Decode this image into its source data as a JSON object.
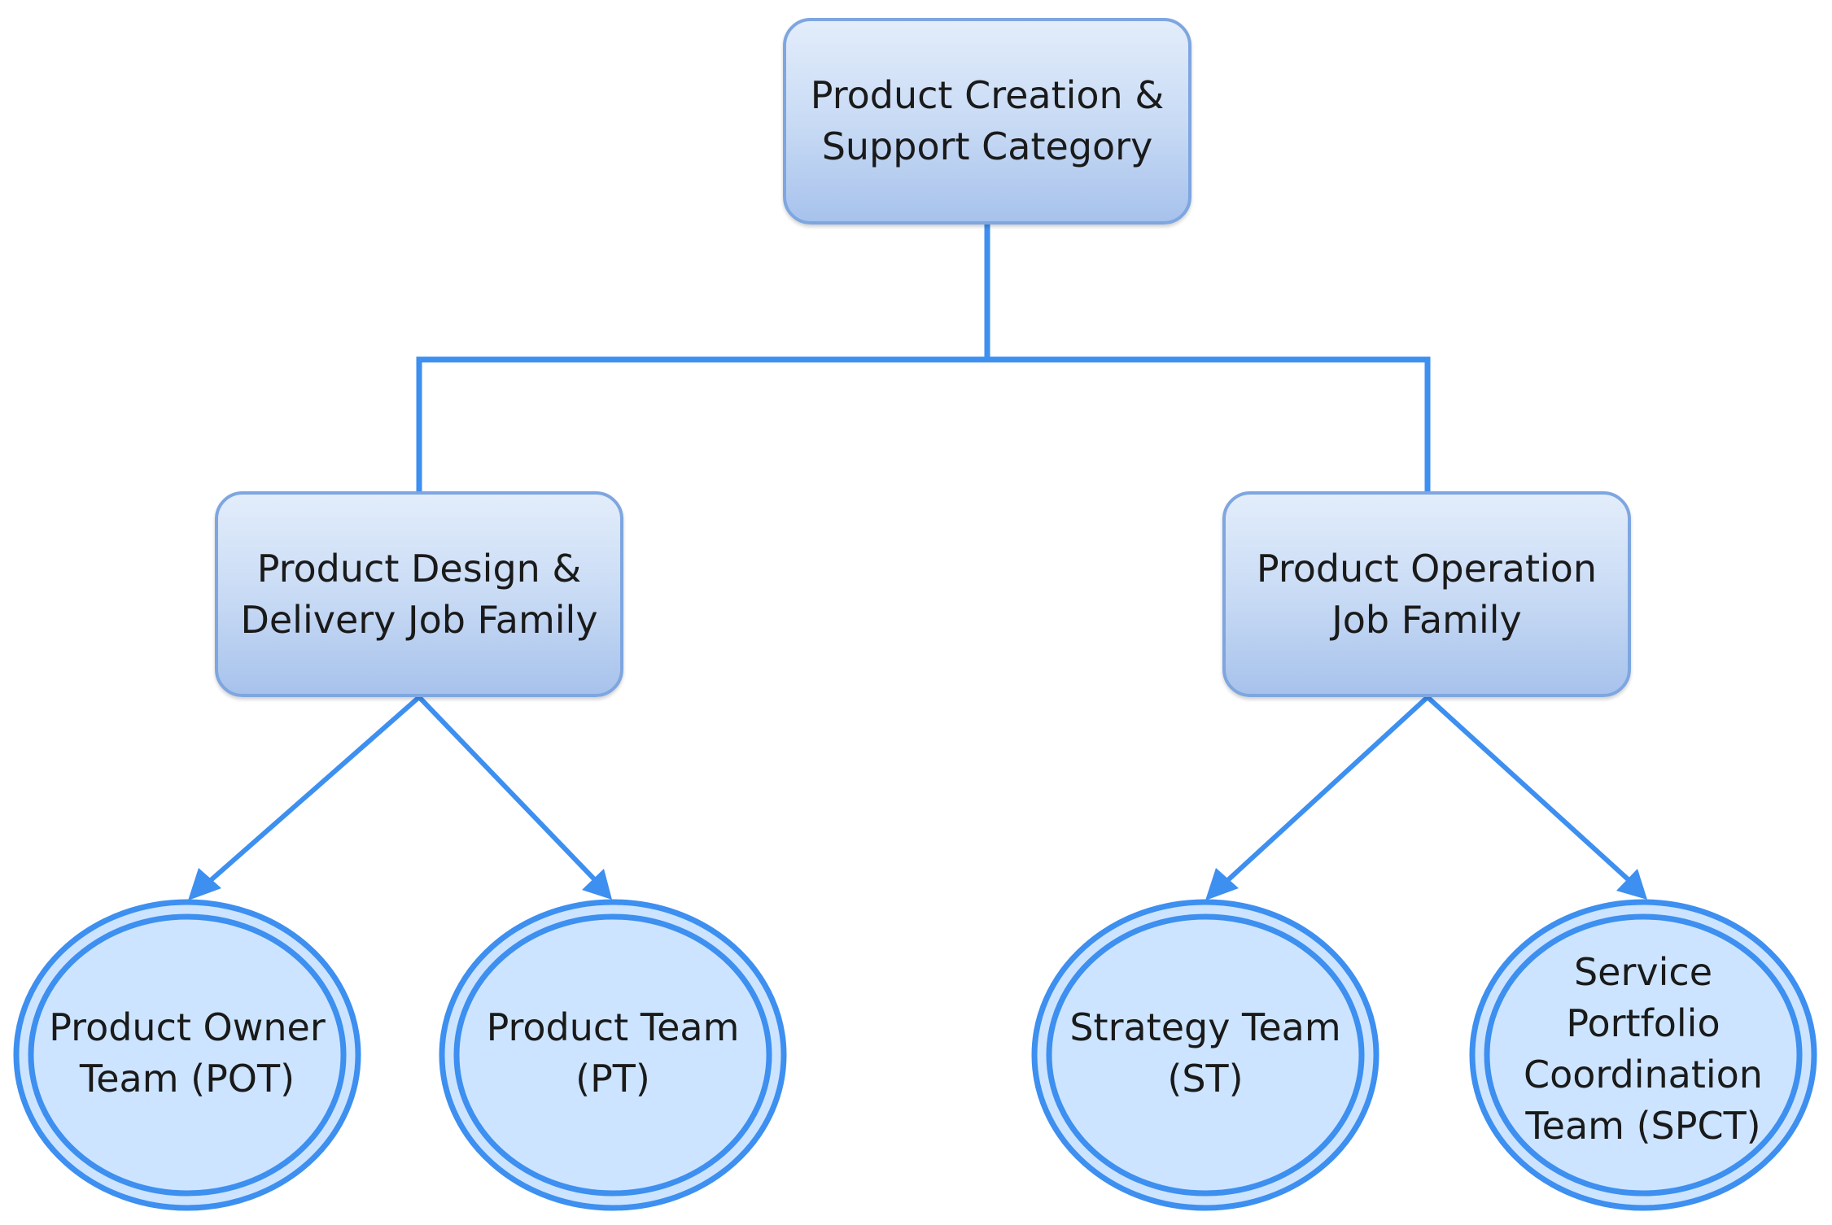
{
  "root": {
    "lines": [
      "Product Creation &",
      "Support Category"
    ]
  },
  "families": [
    {
      "lines": [
        "Product Design &",
        "Delivery Job Family"
      ]
    },
    {
      "lines": [
        "Product Operation",
        "Job Family"
      ]
    }
  ],
  "teams": [
    {
      "lines": [
        "Product Owner",
        "Team (POT)"
      ]
    },
    {
      "lines": [
        "Product Team",
        "(PT)"
      ]
    },
    {
      "lines": [
        "Strategy Team",
        "(ST)"
      ]
    },
    {
      "lines": [
        "Service",
        "Portfolio",
        "Coordination",
        "Team (SPCT)"
      ]
    }
  ],
  "colors": {
    "connector": "#3d8ff0",
    "box_border": "#7ea6e0",
    "circle_fill": "#cce4ff",
    "circle_stroke": "#3d8ff0"
  }
}
